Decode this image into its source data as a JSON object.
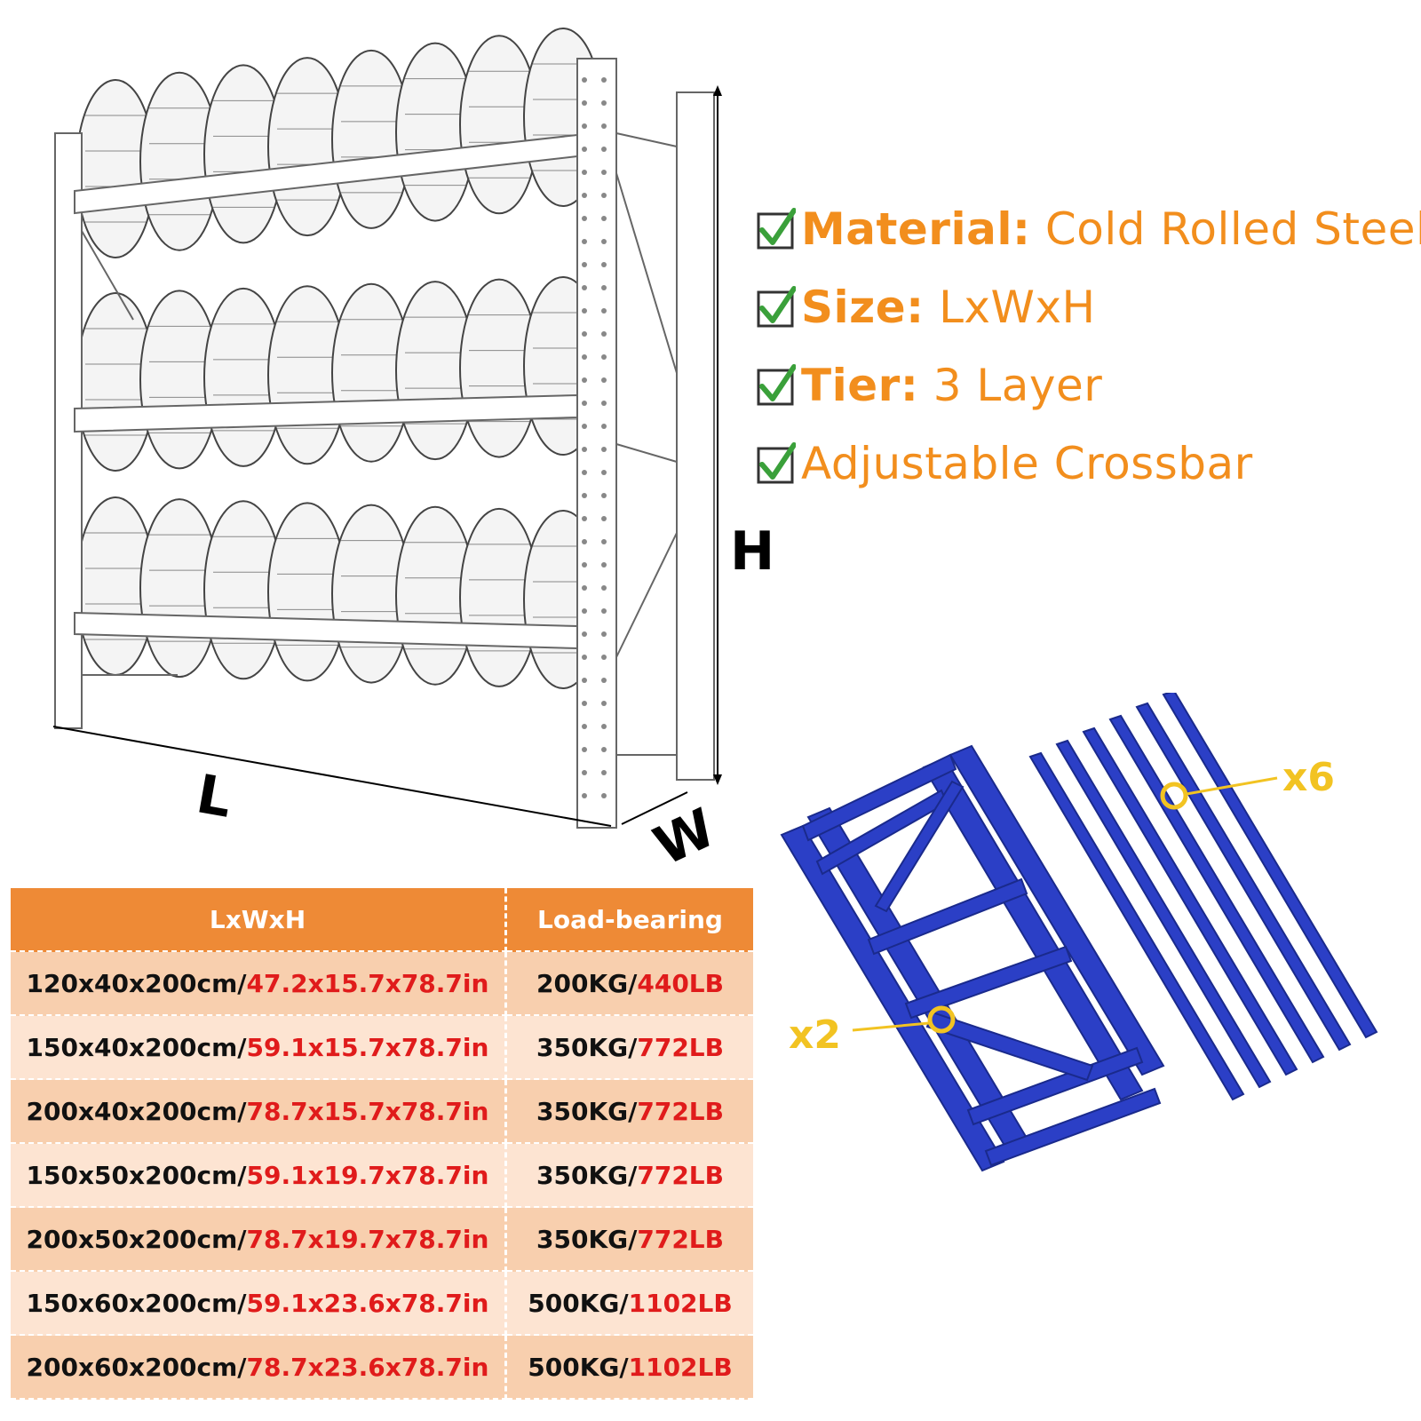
{
  "features": [
    {
      "key": "Material:",
      "value": " Cold Rolled Steel"
    },
    {
      "key": "Size:",
      "value": " LxWxH"
    },
    {
      "key": "Tier:",
      "value": " 3 Layer"
    },
    {
      "key": "",
      "value": "Adjustable Crossbar"
    }
  ],
  "dimensions": {
    "length": "L",
    "width": "W",
    "height": "H"
  },
  "table": {
    "headers": [
      "LxWxH",
      "Load-bearing"
    ],
    "rows": [
      {
        "metric": "120x40x200cm/",
        "imperial": "47.2x15.7x78.7in",
        "load_metric": "200KG/",
        "load_imperial": "440LB"
      },
      {
        "metric": "150x40x200cm/",
        "imperial": "59.1x15.7x78.7in",
        "load_metric": "350KG/",
        "load_imperial": "772LB"
      },
      {
        "metric": "200x40x200cm/",
        "imperial": "78.7x15.7x78.7in",
        "load_metric": "350KG/",
        "load_imperial": "772LB"
      },
      {
        "metric": "150x50x200cm/",
        "imperial": "59.1x19.7x78.7in",
        "load_metric": "350KG/",
        "load_imperial": "772LB"
      },
      {
        "metric": "200x50x200cm/",
        "imperial": "78.7x19.7x78.7in",
        "load_metric": "350KG/",
        "load_imperial": "772LB"
      },
      {
        "metric": "150x60x200cm/",
        "imperial": "59.1x23.6x78.7in",
        "load_metric": "500KG/",
        "load_imperial": "1102LB"
      },
      {
        "metric": "200x60x200cm/",
        "imperial": "78.7x23.6x78.7in",
        "load_metric": "500KG/",
        "load_imperial": "1102LB"
      }
    ]
  },
  "parts": {
    "frame_qty": "x2",
    "beam_qty": "x6"
  },
  "colors": {
    "accent": "#f28e1d",
    "highlight": "#e01b1b",
    "parts_blue": "#2b3fc6",
    "qty_yellow": "#f2c322",
    "check_green": "#3aa03a"
  }
}
